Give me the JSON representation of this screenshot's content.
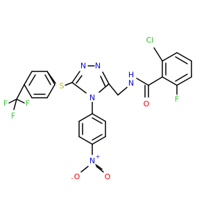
{
  "colors": {
    "bond": "#000000",
    "C": "#000000",
    "N": "#0000ff",
    "O": "#ff0000",
    "S": "#b8b800",
    "F": "#33cc33",
    "Cl": "#1fbf1f"
  },
  "atoms": [
    {
      "id": "cl",
      "text": "Cl",
      "element": "Cl"
    },
    {
      "id": "f1",
      "text": "F",
      "element": "F"
    },
    {
      "id": "o_amide",
      "text": "O",
      "element": "O"
    },
    {
      "id": "n_amide",
      "text": "N",
      "element": "N"
    },
    {
      "id": "h_amide",
      "text": "H",
      "element": "N"
    },
    {
      "id": "n_tri1",
      "text": "N",
      "element": "N"
    },
    {
      "id": "n_tri2",
      "text": "N",
      "element": "N"
    },
    {
      "id": "n_tri4",
      "text": "N",
      "element": "N"
    },
    {
      "id": "s",
      "text": "S",
      "element": "S"
    },
    {
      "id": "f_a",
      "text": "F",
      "element": "F"
    },
    {
      "id": "f_b",
      "text": "F",
      "element": "F"
    },
    {
      "id": "f_c",
      "text": "F",
      "element": "F"
    },
    {
      "id": "n_nitro",
      "text": "N",
      "element": "N"
    },
    {
      "id": "o_nitro1",
      "text": "O",
      "element": "O"
    },
    {
      "id": "o_nitro2",
      "text": "O",
      "element": "O"
    }
  ],
  "charges": [
    {
      "id": "plus",
      "text": "+",
      "element": "N"
    },
    {
      "id": "minus",
      "text": "-",
      "element": "O"
    }
  ]
}
